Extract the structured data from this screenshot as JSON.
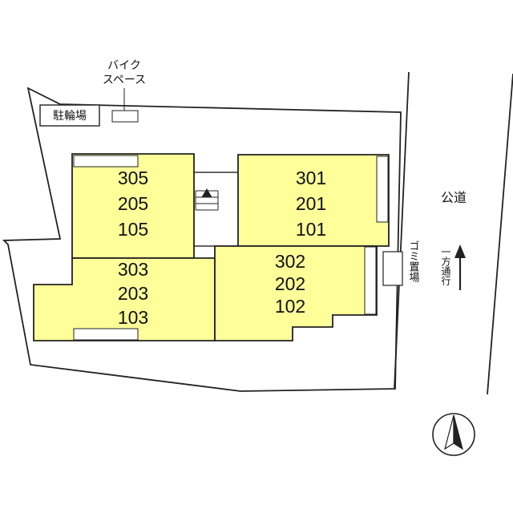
{
  "labels": {
    "bike_line1": "バイク",
    "bike_line2": "スペース",
    "bicycle_parking": "駐輪場",
    "public_road": "公道",
    "garbage": "ゴミ置場",
    "one_way": "一方通行"
  },
  "units": {
    "a": {
      "top": "305",
      "mid": "205",
      "bottom": "105"
    },
    "b": {
      "top": "301",
      "mid": "201",
      "bottom": "101"
    },
    "c": {
      "top": "303",
      "mid": "203",
      "bottom": "103"
    },
    "d": {
      "top": "302",
      "mid": "202",
      "bottom": "102"
    }
  },
  "colors": {
    "unit_fill": "#ffff99",
    "line": "#222222",
    "background": "#ffffff"
  },
  "icons": {
    "compass": "north-arrow-icon",
    "direction": "up-arrow-icon",
    "stairs": "stairs-icon"
  }
}
